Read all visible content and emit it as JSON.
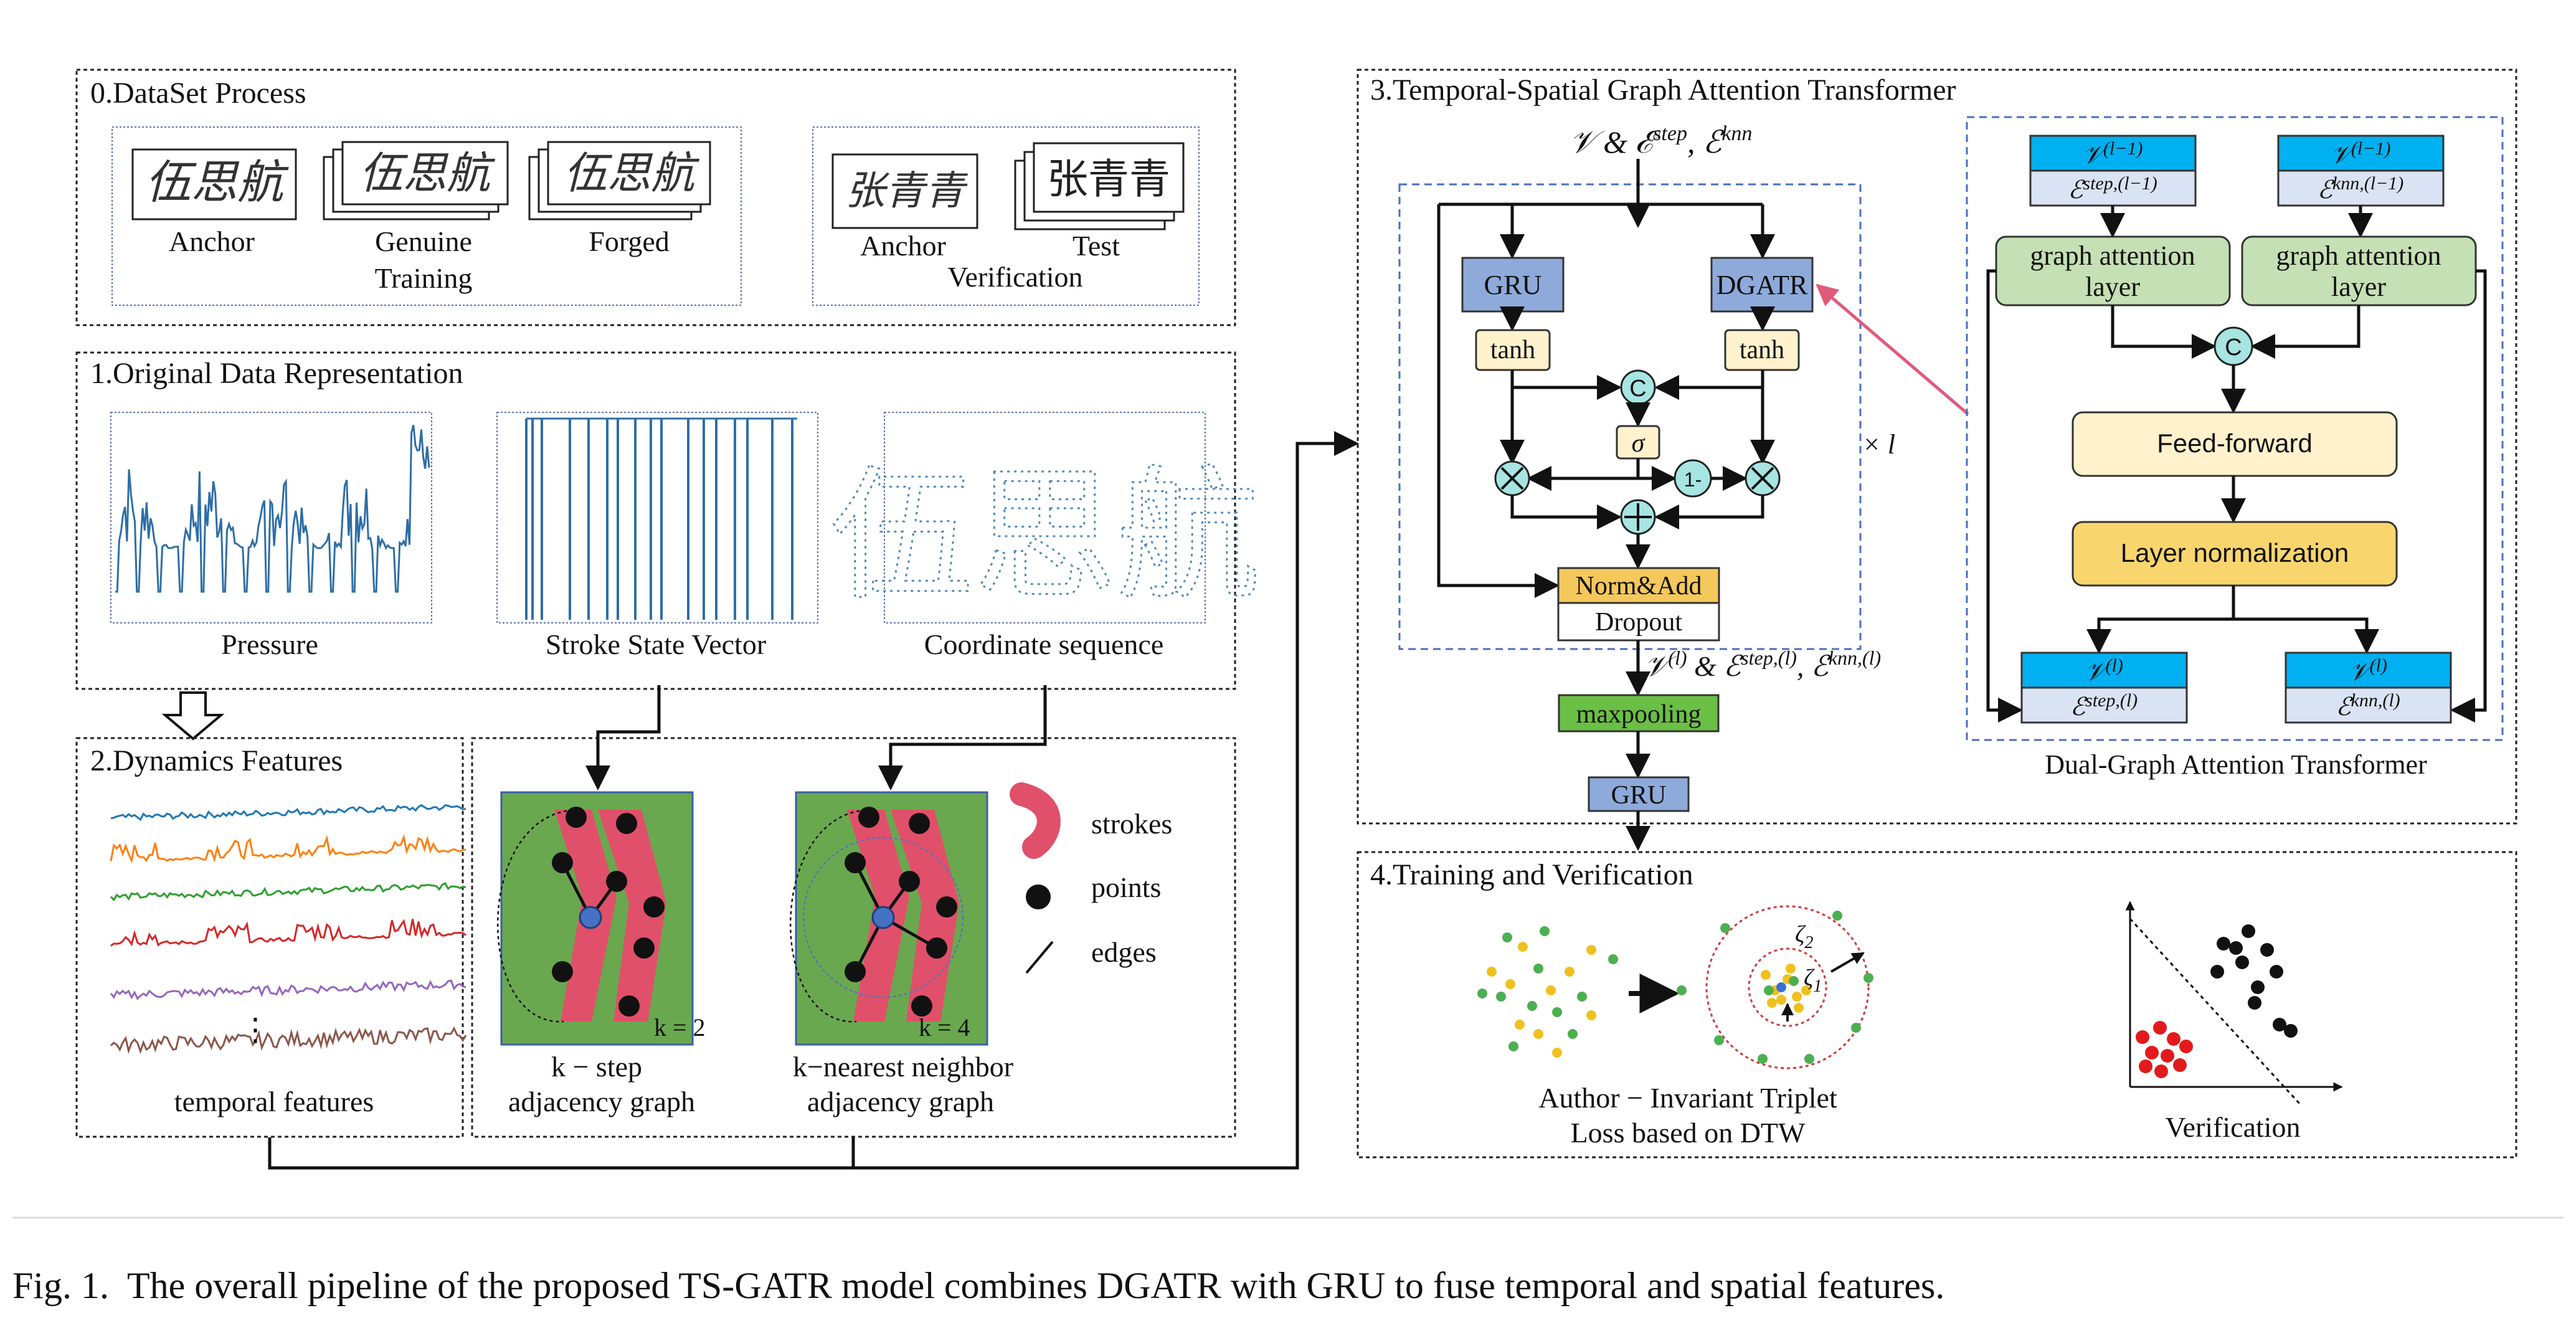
{
  "panels": {
    "p0": {
      "title": "0.DataSet Process",
      "training": {
        "anchor": "Anchor",
        "genuine": "Genuine",
        "forged": "Forged",
        "group": "Training"
      },
      "verification": {
        "anchor": "Anchor",
        "test": "Test",
        "group": "Verification"
      },
      "signature_text_training": "伍思航",
      "signature_text_verification": "张青青"
    },
    "p1": {
      "title": "1.Original Data Representation",
      "pressure": "Pressure",
      "stroke_state": "Stroke State Vector",
      "coordinate": "Coordinate sequence",
      "coordinate_glyphs": "伍思航"
    },
    "p2": {
      "title": "2.Dynamics Features",
      "temporal": "temporal features",
      "ellipsis": "⋮"
    },
    "graphs": {
      "kstep_label": "k = 2",
      "kstep_caption1": "k − step",
      "kstep_caption2": "adjacency graph",
      "knn_label": "k = 4",
      "knn_caption1": "k−nearest neighbor",
      "knn_caption2": "adjacency graph",
      "legend": {
        "strokes": "strokes",
        "points": "points",
        "edges": "edges"
      }
    },
    "p3": {
      "title": "3.Temporal-Spatial Graph Attention Transformer",
      "input_label": "𝒱 & ℰ",
      "input_sup1": "step",
      "input_sep": ", ℰ",
      "input_sup2": "knn",
      "gru": "GRU",
      "dgatr": "DGATR",
      "tanh": "tanh",
      "concat": "C",
      "sigma": "σ",
      "one_minus": "1-",
      "norm_add": "Norm&Add",
      "dropout": "Dropout",
      "times_l": "× l",
      "out_v": "𝒱",
      "out_sup_l": "(l)",
      "out_amp": " & ℰ",
      "out_sup_step": "step,(l)",
      "out_sep": ", ℰ",
      "out_sup_knn": "knn,(l)",
      "maxpooling": "maxpooling",
      "gru_out": "GRU",
      "dual": {
        "caption": "Dual-Graph Attention Transformer",
        "v_prev": "𝒱",
        "v_prev_sup": "(l−1)",
        "e_step_prev": "ℰ",
        "e_step_prev_sup": "step,(l−1)",
        "e_knn_prev": "ℰ",
        "e_knn_prev_sup": "knn,(l−1)",
        "gal1": "graph attention",
        "gal2": "layer",
        "concat": "C",
        "ff": "Feed-forward",
        "ln": "Layer normalization",
        "v_out": "𝒱",
        "v_out_sup": "(l)",
        "e_step_out": "ℰ",
        "e_step_out_sup": "step,(l)",
        "e_knn_out": "ℰ",
        "e_knn_out_sup": "knn,(l)"
      }
    },
    "p4": {
      "title": "4.Training and Verification",
      "loss1": "Author − Invariant Triplet",
      "loss2": "Loss based on DTW",
      "zeta2": "ζ",
      "zeta2_sub": "2",
      "zeta1": "ζ",
      "zeta1_sub": "1",
      "verification": "Verification"
    }
  },
  "caption": {
    "label": "Fig. 1.",
    "text": "The overall pipeline of the proposed TS-GATR model combines DGATR with GRU to fuse temporal and spatial features."
  },
  "colors": {
    "gru_blue": "#8eaadb",
    "tanh_cream": "#fff2cc",
    "circle_teal": "#a6e5e2",
    "norm_gold": "#f5c85c",
    "maxpool_green": "#6abf45",
    "header_blue": "#00b0f0",
    "header_light": "#dae3f3",
    "gal_green": "#c5e0b4",
    "ff_cream": "#fff2cc",
    "ln_gold": "#f9d56e",
    "graph_green": "#6aa84f",
    "stroke_pink": "#e0506a",
    "node_blue": "#4472c4",
    "pink_arrow": "#e05a7a"
  }
}
